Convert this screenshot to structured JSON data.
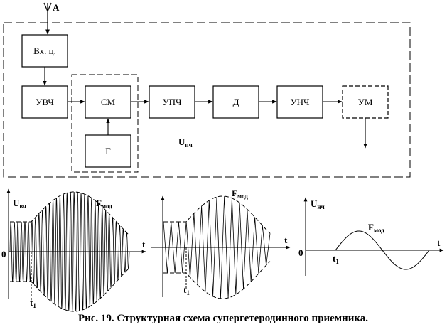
{
  "antenna_label": "A",
  "blocks": {
    "input": "Вх. ц.",
    "rf_amp": "УВЧ",
    "mixer": "СМ",
    "oscillator": "Г",
    "if_amp": "УПЧ",
    "detector": "Д",
    "af_amp": "УНЧ",
    "power_amp": "УМ"
  },
  "upch_label": {
    "symbol": "U",
    "sub": "пч"
  },
  "graphs": [
    {
      "ylabel": "U",
      "ysub": "вч",
      "axis": "t",
      "origin": "0",
      "t_label": "t",
      "t_sub": "1",
      "f_label": "F",
      "f_sub": "мод"
    },
    {
      "axis": "t",
      "t_label": "t",
      "t_sub": "1",
      "f_label": "F",
      "f_sub": "мод"
    },
    {
      "ylabel": "U",
      "ysub": "нч",
      "axis": "t",
      "origin": "0",
      "t_label": "t",
      "t_sub": "1",
      "f_label": "F",
      "f_sub": "мод"
    }
  ],
  "caption": "Рис. 19. Структурная схема супергетеродинного приемника."
}
